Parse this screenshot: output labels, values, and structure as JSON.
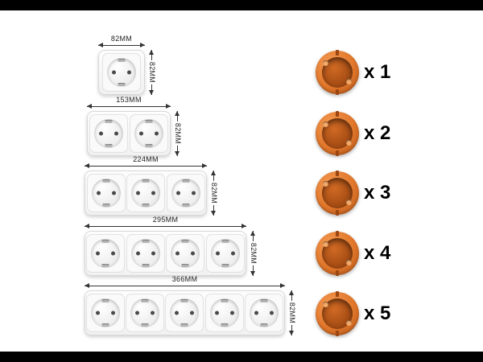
{
  "image": {
    "letterbox_color": "#000000",
    "background_color": "#ffffff"
  },
  "colors": {
    "plate_white": "#f5f5f5",
    "mounting_box_orange": "#e0762a",
    "dimension_text": "#222222",
    "quantity_text": "#000000"
  },
  "rows": [
    {
      "gangs": 1,
      "width_label": "82MM",
      "height_label": "82MM",
      "qty_label": "x 1"
    },
    {
      "gangs": 2,
      "width_label": "153MM",
      "height_label": "82MM",
      "qty_label": "x 2"
    },
    {
      "gangs": 3,
      "width_label": "224MM",
      "height_label": "82MM",
      "qty_label": "x 3"
    },
    {
      "gangs": 4,
      "width_label": "295MM",
      "height_label": "82MM",
      "qty_label": "x 4"
    },
    {
      "gangs": 5,
      "width_label": "366MM",
      "height_label": "82MM",
      "qty_label": "x 5"
    }
  ]
}
